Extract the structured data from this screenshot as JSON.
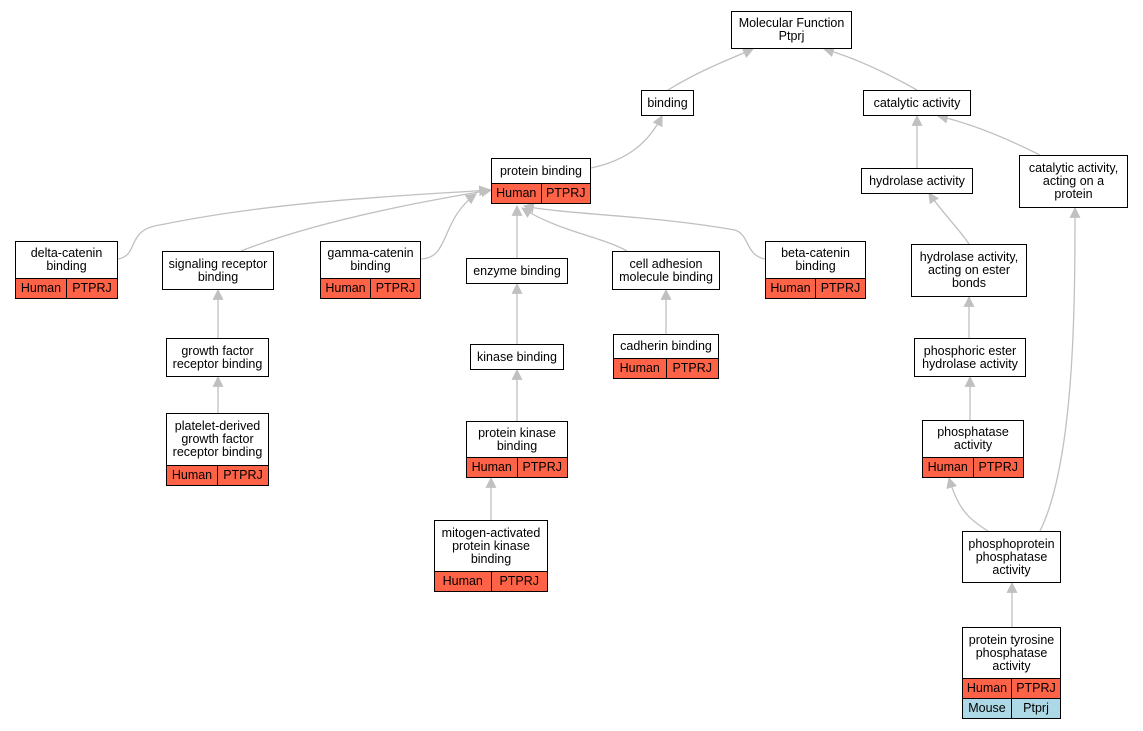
{
  "nodes": {
    "root": {
      "label": "Molecular Function\nPtprj",
      "rows": []
    },
    "binding": {
      "label": "binding",
      "rows": []
    },
    "catalytic": {
      "label": "catalytic activity",
      "rows": []
    },
    "protein_binding": {
      "label": "protein binding",
      "rows": [
        {
          "org": "Human",
          "gene": "PTPRJ"
        }
      ]
    },
    "hydrolase": {
      "label": "hydrolase activity",
      "rows": []
    },
    "catalytic_protein": {
      "label": "catalytic activity,\nacting on a\nprotein",
      "rows": []
    },
    "delta_catenin": {
      "label": "delta-catenin\nbinding",
      "rows": [
        {
          "org": "Human",
          "gene": "PTPRJ"
        }
      ]
    },
    "signaling_receptor": {
      "label": "signaling receptor\nbinding",
      "rows": []
    },
    "gamma_catenin": {
      "label": "gamma-catenin\nbinding",
      "rows": [
        {
          "org": "Human",
          "gene": "PTPRJ"
        }
      ]
    },
    "enzyme_binding": {
      "label": "enzyme binding",
      "rows": []
    },
    "cell_adhesion": {
      "label": "cell adhesion\nmolecule binding",
      "rows": []
    },
    "beta_catenin": {
      "label": "beta-catenin\nbinding",
      "rows": [
        {
          "org": "Human",
          "gene": "PTPRJ"
        }
      ]
    },
    "hydrolase_ester": {
      "label": "hydrolase activity,\nacting on ester\nbonds",
      "rows": []
    },
    "growth_factor": {
      "label": "growth factor\nreceptor binding",
      "rows": []
    },
    "kinase_binding": {
      "label": "kinase binding",
      "rows": []
    },
    "cadherin": {
      "label": "cadherin binding",
      "rows": [
        {
          "org": "Human",
          "gene": "PTPRJ"
        }
      ]
    },
    "phosphoric_ester": {
      "label": "phosphoric ester\nhydrolase activity",
      "rows": []
    },
    "pdgf": {
      "label": "platelet-derived\ngrowth factor\nreceptor binding",
      "rows": [
        {
          "org": "Human",
          "gene": "PTPRJ"
        }
      ]
    },
    "protein_kinase": {
      "label": "protein kinase\nbinding",
      "rows": [
        {
          "org": "Human",
          "gene": "PTPRJ"
        }
      ]
    },
    "phosphatase": {
      "label": "phosphatase\nactivity",
      "rows": [
        {
          "org": "Human",
          "gene": "PTPRJ"
        }
      ]
    },
    "mapk": {
      "label": "mitogen-activated\nprotein kinase\nbinding",
      "rows": [
        {
          "org": "Human",
          "gene": "PTPRJ"
        }
      ]
    },
    "phosphoprotein": {
      "label": "phosphoprotein\nphosphatase\nactivity",
      "rows": []
    },
    "ptp": {
      "label": "protein tyrosine\nphosphatase\nactivity",
      "rows": [
        {
          "org": "Human",
          "gene": "PTPRJ"
        },
        {
          "org": "Mouse",
          "gene": "Ptprj"
        }
      ]
    }
  },
  "colors": {
    "human": "#ff6347",
    "mouse": "#add8e6",
    "edge": "#c0c0c0"
  }
}
